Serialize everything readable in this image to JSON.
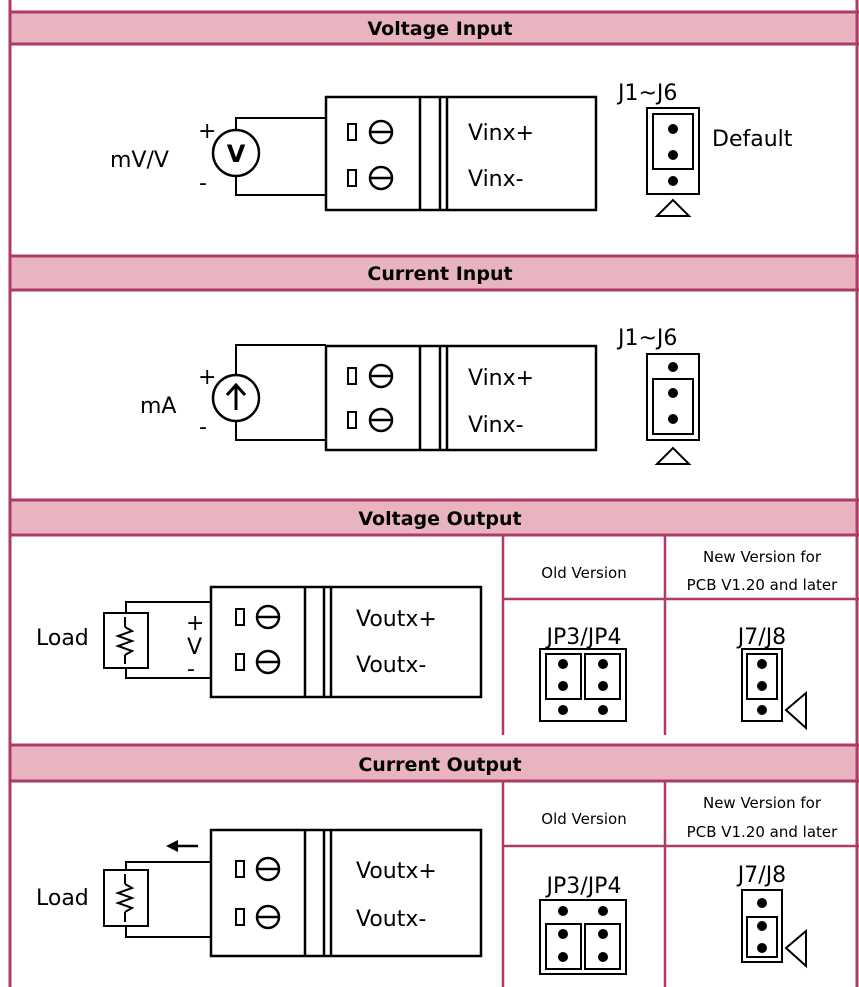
{
  "sections": {
    "voltage_input": {
      "title": "Voltage Input",
      "source_label": "mV/V",
      "plus": "+",
      "minus": "-",
      "meter_symbol": "V",
      "terminal_plus": "Vinx+",
      "terminal_minus": "Vinx-",
      "jumper_label": "J1~J6",
      "jumper_note": "Default"
    },
    "current_input": {
      "title": "Current Input",
      "source_label": "mA",
      "plus": "+",
      "minus": "-",
      "meter_symbol": "arrow-up",
      "terminal_plus": "Vinx+",
      "terminal_minus": "Vinx-",
      "jumper_label": "J1~J6"
    },
    "voltage_output": {
      "title": "Voltage Output",
      "load_label": "Load",
      "plus": "+",
      "v": "V",
      "minus": "-",
      "terminal_plus": "Voutx+",
      "terminal_minus": "Voutx-",
      "old_version": "Old Version",
      "new_version_line1": "New Version for",
      "new_version_line2": "PCB V1.20 and later",
      "old_jumper": "JP3/JP4",
      "new_jumper": "J7/J8"
    },
    "current_output": {
      "title": "Current Output",
      "load_label": "Load",
      "terminal_plus": "Voutx+",
      "terminal_minus": "Voutx-",
      "old_version": "Old Version",
      "new_version_line1": "New Version for",
      "new_version_line2": "PCB V1.20 and later",
      "old_jumper": "JP3/JP4",
      "new_jumper": "J7/J8"
    }
  },
  "colors": {
    "header_fill": "#e8b4c0",
    "frame": "#b03a66"
  }
}
